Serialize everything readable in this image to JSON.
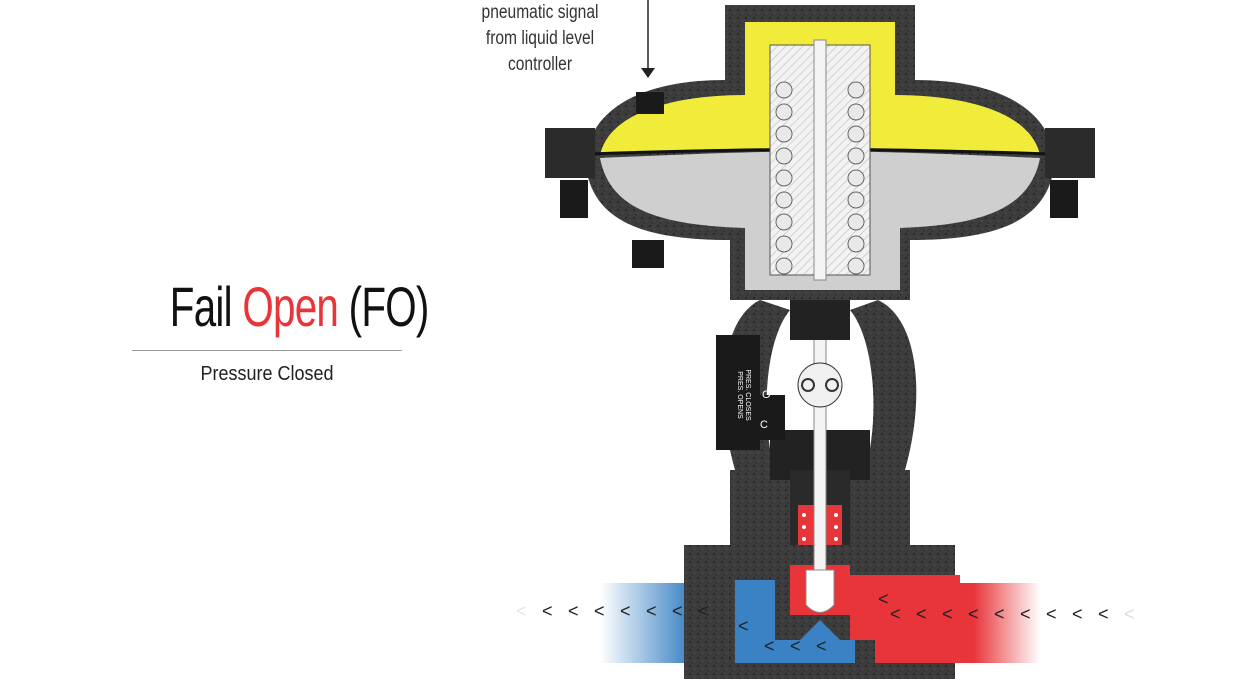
{
  "title": {
    "part1": "Fail ",
    "accent": "Open",
    "part3": " (FO)",
    "accent_color": "#e8353a"
  },
  "subtitle": "Pressure Closed",
  "signal_label": {
    "line1": "pneumatic signal",
    "line2": "from liquid level controller"
  },
  "indicator": {
    "label_opening": "PRES. OPENS",
    "label_closing": "PRES. CLOSES",
    "mark_open": "O",
    "mark_closed": "C"
  },
  "colors": {
    "body": "#3c3c3c",
    "air_chamber": "#f1ec3a",
    "lower_chamber": "#cfcfcf",
    "upstream_fluid": "#e8353a",
    "downstream_fluid": "#3b82c4"
  },
  "flow_arrows": "<"
}
